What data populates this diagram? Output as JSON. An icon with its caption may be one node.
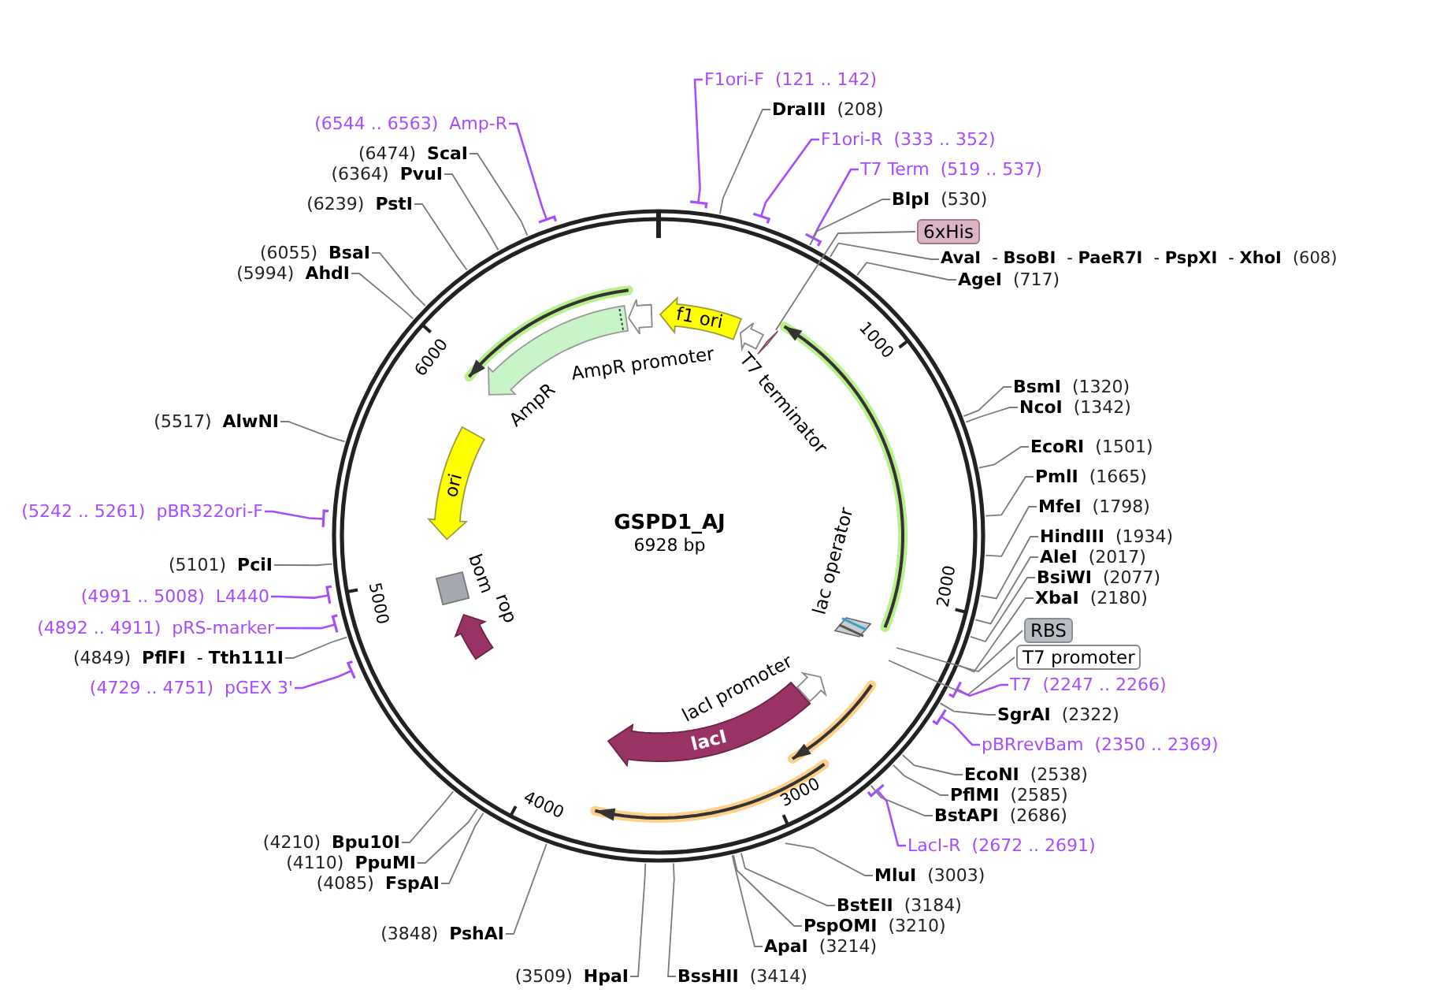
{
  "diagram": {
    "title": "GSPD1_AJ",
    "nodes": [
      {
        "text": [
          "F1ori-F",
          "(121 .. 142)"
        ]
      },
      {
        "text": [
          "DraIII",
          "(208)"
        ]
      },
      {
        "text": [
          "F1ori-R",
          "(333 .. 352)"
        ]
      },
      {
        "text": [
          "T7 Term",
          "(519 .. 537)"
        ]
      },
      {
        "text": [
          "BlpI",
          "(530)"
        ]
      },
      {
        "text": [
          "6xHis"
        ]
      },
      {
        "text": [
          "AvaI",
          "- **BsoBI**",
          "- **PaeR7I**",
          "- **PspXI**",
          "- **XhoI**",
          "(608)"
        ]
      },
      {
        "text": [
          "AgeI",
          "(717)"
        ]
      },
      {
        "text": [
          "BsmI",
          "(1320)"
        ]
      },
      {
        "text": [
          "NcoI",
          "(1342)"
        ]
      },
      {
        "text": [
          "EcoRI",
          "(1501)"
        ]
      },
      {
        "text": [
          "PmlI",
          "(1665)"
        ]
      },
      {
        "text": [
          "MfeI",
          "(1798)"
        ]
      },
      {
        "text": [
          "HindIII",
          "(1934)"
        ]
      },
      {
        "text": [
          "AleI",
          "(2017)"
        ]
      },
      {
        "text": [
          "BsiWI",
          "(2077)"
        ]
      },
      {
        "text": [
          "XbaI",
          "(2180)"
        ]
      },
      {
        "text": [
          "RBS"
        ]
      },
      {
        "text": [
          "T7 promoter"
        ]
      },
      {
        "text": [
          "T7",
          "(2247 .. 2266)"
        ]
      },
      {
        "text": [
          "SgrAI",
          "(2322)"
        ]
      },
      {
        "text": [
          "pBRrevBam",
          "(2350 .. 2369)"
        ]
      },
      {
        "text": [
          "EcoNI",
          "(2538)"
        ]
      },
      {
        "text": [
          "PflMI",
          "(2585)"
        ]
      },
      {
        "text": [
          "BstAPI",
          "(2686)"
        ]
      },
      {
        "text": [
          "LacI-R",
          "(2672 .. 2691)"
        ]
      },
      {
        "text": [
          "MluI",
          "(3003)"
        ]
      },
      {
        "text": [
          "BstEII",
          "(3184)"
        ]
      },
      {
        "text": [
          "PspOMI",
          "(3210)"
        ]
      },
      {
        "text": [
          "ApaI",
          "(3214)"
        ]
      },
      {
        "text": [
          "BssHII",
          "(3414)"
        ]
      },
      {
        "text": [
          "(3509)",
          "HpaI"
        ]
      },
      {
        "text": [
          "(3848)",
          "PshAI"
        ]
      },
      {
        "text": [
          "(4085)",
          "FspAI"
        ]
      },
      {
        "text": [
          "(4110)",
          "PpuMI"
        ]
      },
      {
        "text": [
          "(4210)",
          "Bpu10I"
        ]
      },
      {
        "text": [
          "(4729 .. 4751)",
          "pGEX 3'"
        ]
      },
      {
        "text": [
          "(4849)",
          "PflFI",
          "- **Tth111I**"
        ]
      },
      {
        "text": [
          "(4892 .. 4911)",
          "pRS-marker"
        ]
      },
      {
        "text": [
          "(4991 .. 5008)",
          "L4440"
        ]
      },
      {
        "text": [
          "(5101)",
          "PciI"
        ]
      },
      {
        "text": [
          "(5242 .. 5261)",
          "pBR322ori-F"
        ]
      },
      {
        "text": [
          "(5517)",
          "AlwNI"
        ]
      },
      {
        "text": [
          "(5994)",
          "AhdI"
        ]
      },
      {
        "text": [
          "(6055)",
          "BsaI"
        ]
      },
      {
        "text": [
          "(6239)",
          "PstI"
        ]
      },
      {
        "text": [
          "(6364)",
          "PvuI"
        ]
      },
      {
        "text": [
          "(6474)",
          "ScaI"
        ]
      },
      {
        "text": [
          "(6544 .. 6563)",
          "Amp-R"
        ]
      },
      {
        "text": [
          "f1 ori"
        ]
      },
      {
        "text": [
          "T7 terminator"
        ]
      },
      {
        "text": [
          "AmpR promoter"
        ]
      },
      {
        "text": [
          "AmpR"
        ]
      },
      {
        "text": [
          "ori"
        ]
      },
      {
        "text": [
          "bom"
        ]
      },
      {
        "text": [
          "rop"
        ]
      },
      {
        "text": [
          "lac operator"
        ]
      },
      {
        "text": [
          "lacI promoter"
        ]
      },
      {
        "text": [
          "lacI"
        ]
      },
      {
        "text": [],
        "shape": "bar"
      }
    ],
    "edges": [
      {
        "from": 0,
        "to": null,
        "arrow": "none",
        "color": "#a64dff"
      },
      {
        "from": 1,
        "to": null,
        "arrow": "none"
      },
      {
        "from": 2,
        "to": null,
        "arrow": "none",
        "color": "#a64dff"
      },
      {
        "from": 3,
        "to": null,
        "arrow": "none",
        "color": "#a64dff"
      },
      {
        "from": 4,
        "to": null,
        "arrow": "none"
      },
      {
        "from": 5,
        "to": 59,
        "arrow": "none"
      },
      {
        "from": 6,
        "to": null,
        "arrow": "none"
      },
      {
        "from": 7,
        "to": null,
        "arrow": "none"
      },
      {
        "from": 8,
        "to": null,
        "arrow": "none"
      },
      {
        "from": 9,
        "to": null,
        "arrow": "none"
      },
      {
        "from": 10,
        "to": null,
        "arrow": "none"
      },
      {
        "from": 11,
        "to": null,
        "arrow": "none"
      },
      {
        "from": 12,
        "to": null,
        "arrow": "none"
      },
      {
        "from": 13,
        "to": null,
        "arrow": "none"
      },
      {
        "from": 14,
        "to": null,
        "arrow": "none"
      },
      {
        "from": 15,
        "to": null,
        "arrow": "none"
      },
      {
        "from": 16,
        "to": null,
        "arrow": "none"
      },
      {
        "from": 17,
        "to": null,
        "arrow": "none"
      },
      {
        "from": 18,
        "to": null,
        "arrow": "none"
      },
      {
        "from": 19,
        "to": null,
        "arrow": "none",
        "color": "#a64dff"
      },
      {
        "from": 20,
        "to": null,
        "arrow": "none"
      },
      {
        "from": 21,
        "to": null,
        "arrow": "none",
        "color": "#a64dff"
      },
      {
        "from": 22,
        "to": null,
        "arrow": "none"
      },
      {
        "from": 23,
        "to": null,
        "arrow": "none"
      },
      {
        "from": 24,
        "to": null,
        "arrow": "none"
      },
      {
        "from": 25,
        "to": null,
        "arrow": "none",
        "color": "#a64dff"
      },
      {
        "from": 26,
        "to": null,
        "arrow": "none"
      },
      {
        "from": 27,
        "to": null,
        "arrow": "none"
      },
      {
        "from": 28,
        "to": null,
        "arrow": "none"
      },
      {
        "from": 29,
        "to": null,
        "arrow": "none"
      },
      {
        "from": 30,
        "to": null,
        "arrow": "none"
      },
      {
        "from": 31,
        "to": null,
        "arrow": "none"
      },
      {
        "from": 32,
        "to": null,
        "arrow": "none"
      },
      {
        "from": 33,
        "to": null,
        "arrow": "none"
      },
      {
        "from": 34,
        "to": null,
        "arrow": "none"
      },
      {
        "from": 35,
        "to": null,
        "arrow": "none"
      },
      {
        "from": 36,
        "to": null,
        "arrow": "none",
        "color": "#a64dff"
      },
      {
        "from": 37,
        "to": null,
        "arrow": "none"
      },
      {
        "from": 38,
        "to": null,
        "arrow": "none",
        "color": "#a64dff"
      },
      {
        "from": 39,
        "to": null,
        "arrow": "none",
        "color": "#a64dff"
      },
      {
        "from": 40,
        "to": null,
        "arrow": "none"
      },
      {
        "from": 41,
        "to": null,
        "arrow": "none",
        "color": "#a64dff"
      },
      {
        "from": 42,
        "to": null,
        "arrow": "none"
      },
      {
        "from": 43,
        "to": null,
        "arrow": "none"
      },
      {
        "from": 44,
        "to": null,
        "arrow": "none"
      },
      {
        "from": 45,
        "to": null,
        "arrow": "none"
      },
      {
        "from": 46,
        "to": null,
        "arrow": "none"
      },
      {
        "from": 47,
        "to": null,
        "arrow": "none"
      },
      {
        "from": 48,
        "to": null,
        "arrow": "none",
        "color": "#a64dff"
      }
    ],
    "labels": [
      "6928 bp",
      "1000",
      "2000",
      "3000",
      "4000",
      "5000",
      "6000"
    ]
  }
}
